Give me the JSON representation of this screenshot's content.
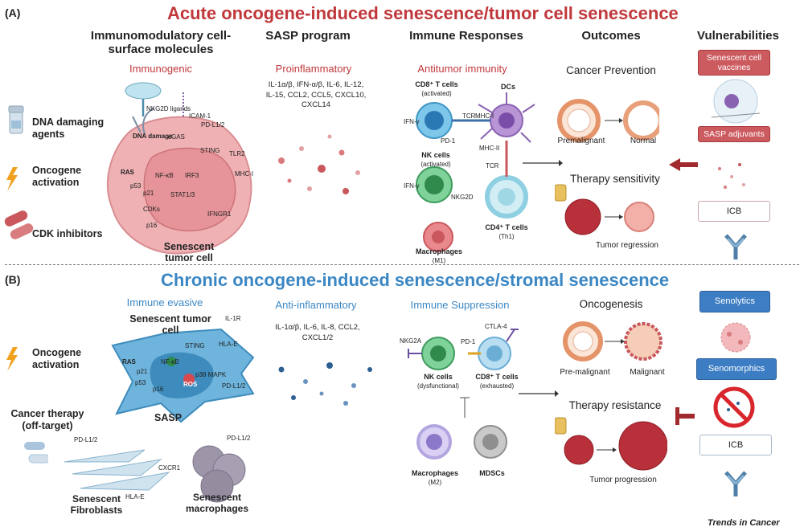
{
  "panelA": {
    "label": "(A)",
    "title": "Acute oncogene-induced senescence/tumor cell senescence",
    "headers": {
      "surface": "Immunomodulatory cell-surface molecules",
      "sasp": "SASP program",
      "immune": "Immune Responses",
      "outcomes": "Outcomes",
      "vulnerabilities": "Vulnerabilities"
    },
    "subheaders": {
      "surface": "Immunogenic",
      "sasp": "Proinflammatory",
      "immune": "Antitumor immunity"
    },
    "drivers": [
      "DNA damaging agents",
      "Oncogene activation",
      "CDK inhibitors"
    ],
    "cell_label": "Senescent tumor cell",
    "surface_molecules": [
      "NKG2D ligands",
      "ICAM-1",
      "PD-L1/2",
      "TLR2",
      "MHC-I",
      "IFNGR1"
    ],
    "inner_nodes": [
      "DNA damage",
      "cGAS",
      "STING",
      "RAS",
      "NF-κB",
      "IRF3",
      "p53",
      "p21",
      "STAT1/3",
      "CDKs",
      "p16"
    ],
    "cytokines": "IL-1α/β, IFN-α/β, IL-6, IL-12, IL-15, CCL2, CCL5, CXCL10, CXCL14",
    "cells": {
      "cd8": "CD8⁺ T cells",
      "cd8_state": "(activated)",
      "dcs": "DCs",
      "nk": "NK cells",
      "nk_state": "(activated)",
      "macro": "Macrophages",
      "macro_state": "(M1)",
      "cd4": "CD4⁺ T cells",
      "cd4_state": "(Th1)"
    },
    "immune_labels": [
      "IFN-γ",
      "PD-1",
      "TCR",
      "MHC-I",
      "IFN-γ",
      "NKG2D",
      "MHC-II",
      "TCR"
    ],
    "outcomes": {
      "prevention": "Cancer Prevention",
      "premalignant": "Premalignant",
      "normal": "Normal",
      "therapy": "Therapy sensitivity",
      "regression": "Tumor regression"
    },
    "vulnerabilities": [
      "Senescent cell vaccines",
      "SASP adjuvants",
      "ICB"
    ]
  },
  "panelB": {
    "label": "(B)",
    "title": "Chronic oncogene-induced senescence/stromal senescence",
    "subheaders": {
      "surface": "Immune evasive",
      "sasp": "Anti-inflammatory",
      "immune": "Immune Suppression"
    },
    "cell_label": "Senescent tumor cell",
    "drivers": [
      "Oncogene activation",
      "Cancer therapy (off-target)"
    ],
    "surface_molecules": [
      "IL-1R",
      "HLA-E",
      "PD-L1/2",
      "PD-L1/2",
      "CXCR1",
      "PD-L1/2",
      "HLA-E"
    ],
    "inner_nodes": [
      "STING",
      "RAS",
      "NF-κB",
      "p21",
      "p53",
      "p16",
      "p38 MAPK",
      "ROS"
    ],
    "sasp_label": "SASP",
    "fibroblasts": "Senescent Fibroblasts",
    "macrophages": "Senescent macrophages",
    "cytokines": "IL-1α/β, IL-6, IL-8, CCL2, CXCL1/2",
    "cells": {
      "nk": "NK cells",
      "nk_state": "(dysfunctional)",
      "cd8": "CD8⁺ T cells",
      "cd8_state": "(exhausted)",
      "macro": "Macrophages",
      "macro_state": "(M2)",
      "mdsc": "MDSCs"
    },
    "immune_labels": [
      "NKG2A",
      "PD-1",
      "CTLA-4"
    ],
    "outcomes": {
      "oncogenesis": "Oncogenesis",
      "premalignant": "Pre-malignant",
      "malignant": "Malignant",
      "therapy": "Therapy resistance",
      "progression": "Tumor progression"
    },
    "vulnerabilities": [
      "Senolytics",
      "Senomorphics",
      "ICB"
    ]
  },
  "footer": {
    "brand": "Trends in Cancer"
  },
  "colors": {
    "red": "#c0383b",
    "blue": "#3b87c4"
  }
}
